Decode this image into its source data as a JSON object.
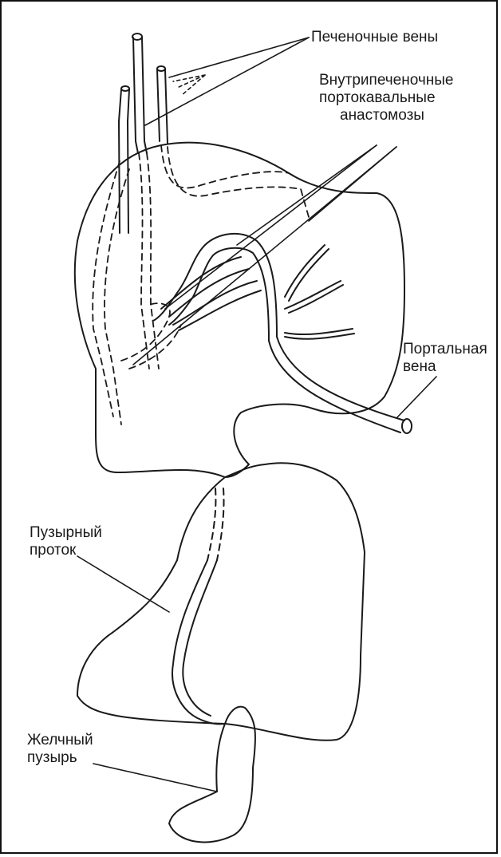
{
  "labels": {
    "hepatic_veins": "Печеночные вены",
    "intrahepatic_anastomoses": [
      "Внутрипеченочные",
      "портокавальные",
      "анастомозы"
    ],
    "portal_vein": [
      "Портальная",
      "вена"
    ],
    "cystic_duct": [
      "Пузырный",
      "проток"
    ],
    "gallbladder": [
      "Желчный",
      "пузырь"
    ]
  },
  "colors": {
    "line": "#1a1a1a",
    "background": "#ffffff"
  }
}
